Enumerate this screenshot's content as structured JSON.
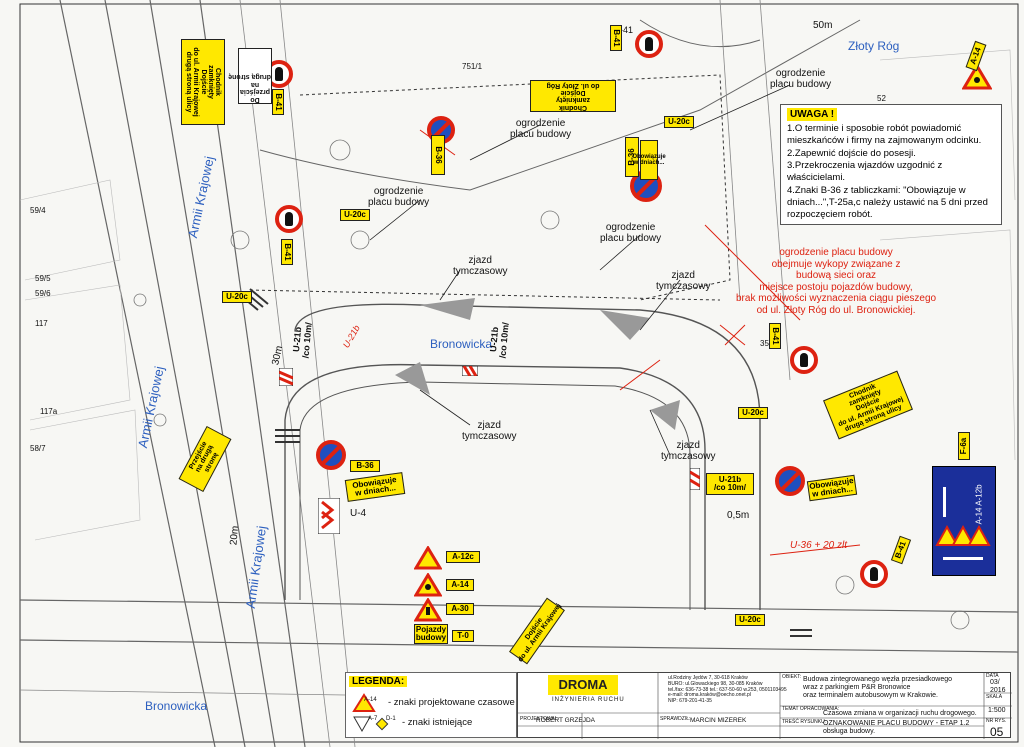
{
  "colors": {
    "accent_yellow": "#ffe800",
    "sign_red": "#d21111",
    "sign_blue": "#1f4fbf",
    "panel_blue": "#1b2f9a",
    "annotation_red": "#d21111"
  },
  "street_labels": {
    "armii_krajowej_1": "Armii Krajowej",
    "armii_krajowej_2": "Armii Krajowej",
    "armii_krajowej_3": "Armii Krajowej",
    "bronowicka_1": "Bronowicka",
    "bronowicka_2": "Bronowicka",
    "zloty_rog": "Złoty Róg"
  },
  "dimensions": {
    "d50m": "50m",
    "d30m": "30m",
    "d20m": "20m",
    "d05m": "0,5m"
  },
  "fence_labels": [
    "ogrodzenie\nplacu budowy",
    "ogrodzenie\nplacu budowy",
    "ogrodzenie\nplacu budowy",
    "ogrodzenie\nplacu budowy"
  ],
  "entry_labels": [
    "zjazd\ntymczasowy",
    "zjazd\ntymczasowy",
    "zjazd\ntymczasowy",
    "zjazd\ntymczasowy"
  ],
  "sign_codes": {
    "b41_a": "B-41",
    "b41_b": "B-41",
    "b41_c": "B-41",
    "b41_d": "B-41",
    "b41_e": "B-41",
    "b36_a": "B-36",
    "b36_b": "B-36",
    "b36_c": "B-36",
    "u20c_a": "U-20c",
    "u20c_b": "U-20c",
    "u20c_c": "U-20c",
    "u20c_d": "U-20c",
    "u20c_e": "U-20c",
    "a14_top": "A-14",
    "a12c": "A-12c",
    "a14": "A-14",
    "a30": "A-30",
    "t0": "T-0",
    "u4": "U-4",
    "u21b_a": "U-21b\n/co 10m/",
    "u21b_b": "U-21b\n/co 10m/",
    "u21b_c": "U-21b\n/co 10m/",
    "f6a": "F-6a"
  },
  "plates": {
    "obowiazuje_1": "Obowiązuje\nw dniach...",
    "obowiazuje_2": "Obowiązuje\nw dniach...",
    "obowiazuje_3": "Obowiązuje\nw dniach...",
    "pojazdy_budowy": "Pojazdy\nbudowy",
    "chodnik_1": "Chodnik\nzamknięty\nDojście\ndo ul. Armii Krajowej\ndrugą stroną ulicy",
    "chodnik_2": "Chodnik\nzamknięty\nDojście\ndo ul. Armii Krajowej\ndrugą stroną ulicy",
    "chodnik_3": "Chodnik\nzamknięty\nDojście\ndo ul. Złoty Róg",
    "dojscie_1": "Dojście\ndo ul. Armii Krajowej",
    "dojscie_2": "Do\nprzejścia\nna\ndrugą stronę",
    "przejscie": "Przejście\nna drugą\nstronę"
  },
  "uwaga": {
    "title": "UWAGA !",
    "items": [
      "1.O terminie i sposobie robót powiadomić mieszkańców i firmy na zajmowanym odcinku.",
      "2.Zapewnić dojście do posesji.",
      "3.Przekroczenia wjazdów uzgodnić z właścicielami.",
      "4.Znaki B-36 z tabliczkami: \"Obowiązuje w dniach...\",T-25a,c należy ustawić na 5 dni przed rozpoczęciem robót."
    ]
  },
  "red_note": "ogrodzenie placu budowy\nobejmuje wykopy związane z\nbudową sieci oraz\nmiejsce postoju pojazdów budowy,\nbrak możliwości wyznaczenia ciągu pieszego\nod ul. Złoty Róg do ul. Bronowickiej.",
  "handwritten": {
    "h1": "U-21b",
    "h2": "U-36 + 20 zlt"
  },
  "parcels": [
    "59/4",
    "59/5",
    "59/6",
    "58/7",
    "117",
    "117a",
    "751/1",
    "52",
    "35",
    "B-41"
  ],
  "legend": {
    "title": "LEGENDA:",
    "item1": "- znaki projektowane czasowe",
    "item2": "- znaki istniejące",
    "sample1": "A-14",
    "sample2": "A-7",
    "sample3": "D-1"
  },
  "titleblock": {
    "company": "DROMA",
    "company_sub": "INŻYNIERIA RUCHU",
    "address": "ul.Rodziny Jędów 7, 30-618 Kraków\nBURO: ul.Glowackiego 98, 30-085 Kraków\ntel./fax: 636-73-38 tel.: 637-50-60 w.253, 0501103495\ne-mail: droma.kraków@oecho.onet.pl\nNIP: 679-201-41-35",
    "obiekt_label": "OBIEKT:",
    "obiekt": "Budowa zintegrowanego węzła przesiadkowego\nwraz z parkingiem P&R Bronowice\noraz terminalem autobusowym w Krakowie.",
    "temat_label": "TEMAT OPRACOWANIA:",
    "temat": "Czasowa zmiana w organizacji ruchu drogowego.",
    "rysunek_label": "TREŚĆ RYSUNKU:",
    "rysunek": "OZNAKOWANIE PLACU BUDOWY - ETAP 1.2\nobsługa budowy.",
    "projektowal_label": "PROJEKTOWAŁ:",
    "projektowal": "ROBERT GRZEJDA",
    "sprawdzil_label": "SPRAWDZIŁ:",
    "sprawdzil": "MARCIN MIZEREK",
    "data_label": "DATA",
    "data": "03/\n2016",
    "skala_label": "SKALA",
    "skala": "1:500",
    "nr_label": "NR RYS.",
    "nr": "05"
  },
  "side_panel": {
    "code": "A-14 A-12b"
  }
}
